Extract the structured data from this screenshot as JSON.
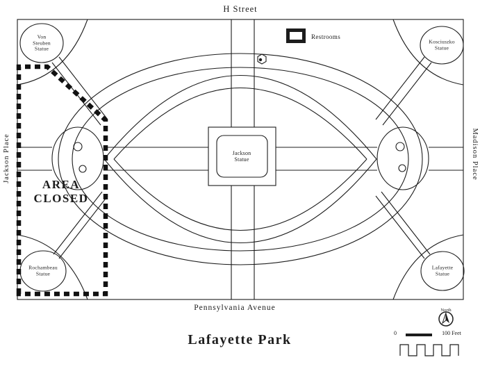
{
  "map": {
    "title": "Lafayette Park",
    "streets": {
      "top": "H Street",
      "bottom": "Pennsylvania Avenue",
      "left": "Jackson Place",
      "right": "Madison Place"
    },
    "features": {
      "center_statue": "Jackson Statue",
      "nw_statue": "Von Steuben Statue",
      "ne_statue": "Kosciuszko Statue",
      "sw_statue": "Rochambeau Statue",
      "se_statue": "Lafayette Statue",
      "restrooms": "Restrooms",
      "area_closed_line1": "AREA",
      "area_closed_line2": "CLOSED"
    },
    "compass": {
      "label": "North"
    },
    "scale_bar": {
      "zero": "0",
      "max": "100 Feet"
    },
    "colors": {
      "ink": "#1c1c1c",
      "paper": "#ffffff"
    }
  }
}
